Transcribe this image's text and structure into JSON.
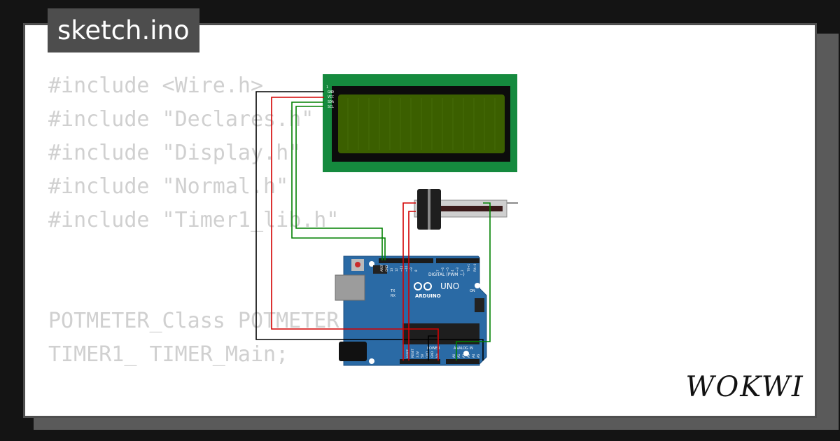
{
  "header": {
    "filename": "sketch.ino"
  },
  "code": {
    "lines": [
      "#include <Wire.h>",
      "#include \"Declares.h\"",
      "#include \"Display.h\"",
      "#include \"Normal.h\"",
      "#include \"Timer1_lib.h\"",
      "",
      "",
      "POTMETER_Class POTMETER",
      "TIMER1_ TIMER_Main;"
    ]
  },
  "lcd": {
    "pins": [
      "GND",
      "VCC",
      "SDA",
      "SCL"
    ]
  },
  "arduino": {
    "brand": "ARDUINO",
    "model": "UNO",
    "digital_label": "DIGITAL (PWM ~)",
    "on_label": "ON",
    "tx_label": "TX",
    "rx_label": "RX",
    "power_label": "POWER",
    "analog_label": "ANALOG IN",
    "digital_pins": [
      "AREF",
      "GND",
      "13",
      "12",
      "~11",
      "~10",
      "~9",
      "8",
      "7",
      "~6",
      "~5",
      "4",
      "~3",
      "2",
      "TX→1",
      "RX←0"
    ],
    "power_pins": [
      "IOREF",
      "RESET",
      "3.3V",
      "5V",
      "GND",
      "GND",
      "Vin"
    ],
    "analog_pins": [
      "A0",
      "A1",
      "A2",
      "A3",
      "A4",
      "A5"
    ]
  },
  "brand": {
    "logo_text": "WOKWI"
  },
  "colors": {
    "page_bg": "#141414",
    "card_bg": "#ffffff",
    "lcd_board": "#158a3e",
    "lcd_screen": "#3b5f00",
    "arduino_board": "#2a6aa5",
    "wire_black": "#000000",
    "wire_red": "#d40000",
    "wire_green": "#008000"
  }
}
